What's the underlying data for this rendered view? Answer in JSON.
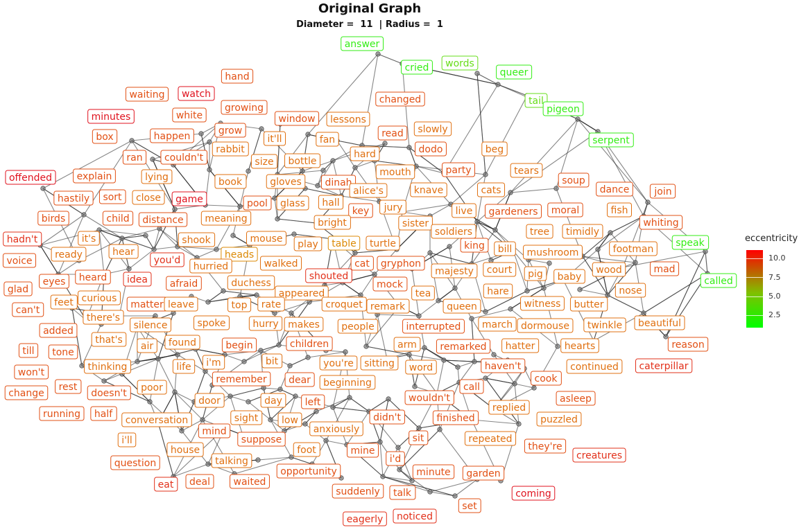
{
  "title": "Original Graph",
  "subtitle": "Diameter =  11  | Radius =  1",
  "legend": {
    "title": "eccentricity",
    "ticks": [
      "10.0",
      "7.5",
      "5.0",
      "2.5"
    ]
  },
  "colors": {
    "high": "#e0121e",
    "mid": "#d4a20a",
    "low": "#22dd22"
  },
  "nodes": [
    {
      "w": "answer",
      "e": 2
    },
    {
      "w": "cried",
      "e": 2
    },
    {
      "w": "words",
      "e": 3
    },
    {
      "w": "queer",
      "e": 2
    },
    {
      "w": "tail",
      "e": 3
    },
    {
      "w": "pigeon",
      "e": 2
    },
    {
      "w": "serpent",
      "e": 2
    },
    {
      "w": "speak",
      "e": 2
    },
    {
      "w": "called",
      "e": 2
    },
    {
      "w": "hand",
      "e": 9
    },
    {
      "w": "waiting",
      "e": 9
    },
    {
      "w": "watch",
      "e": 11
    },
    {
      "w": "changed",
      "e": 9
    },
    {
      "w": "minutes",
      "e": 11
    },
    {
      "w": "white",
      "e": 9
    },
    {
      "w": "growing",
      "e": 9
    },
    {
      "w": "window",
      "e": 9
    },
    {
      "w": "lessons",
      "e": 8
    },
    {
      "w": "box",
      "e": 9
    },
    {
      "w": "happen",
      "e": 9
    },
    {
      "w": "grow",
      "e": 9
    },
    {
      "w": "it'll",
      "e": 8
    },
    {
      "w": "fan",
      "e": 8
    },
    {
      "w": "read",
      "e": 9
    },
    {
      "w": "slowly",
      "e": 8
    },
    {
      "w": "ran",
      "e": 9
    },
    {
      "w": "couldn't",
      "e": 9
    },
    {
      "w": "rabbit",
      "e": 8
    },
    {
      "w": "hard",
      "e": 8
    },
    {
      "w": "dodo",
      "e": 9
    },
    {
      "w": "beg",
      "e": 8
    },
    {
      "w": "size",
      "e": 8
    },
    {
      "w": "bottle",
      "e": 8
    },
    {
      "w": "offended",
      "e": 11
    },
    {
      "w": "explain",
      "e": 9
    },
    {
      "w": "lying",
      "e": 8
    },
    {
      "w": "party",
      "e": 9
    },
    {
      "w": "tears",
      "e": 8
    },
    {
      "w": "mouth",
      "e": 8
    },
    {
      "w": "soup",
      "e": 9
    },
    {
      "w": "book",
      "e": 8
    },
    {
      "w": "gloves",
      "e": 8
    },
    {
      "w": "dinah",
      "e": 9
    },
    {
      "w": "hastily",
      "e": 9
    },
    {
      "w": "sort",
      "e": 9
    },
    {
      "w": "close",
      "e": 8
    },
    {
      "w": "game",
      "e": 11
    },
    {
      "w": "alice's",
      "e": 8
    },
    {
      "w": "knave",
      "e": 8
    },
    {
      "w": "cats",
      "e": 8
    },
    {
      "w": "dance",
      "e": 9
    },
    {
      "w": "join",
      "e": 9
    },
    {
      "w": "hall",
      "e": 8
    },
    {
      "w": "pool",
      "e": 9
    },
    {
      "w": "glass",
      "e": 8
    },
    {
      "w": "birds",
      "e": 9
    },
    {
      "w": "child",
      "e": 9
    },
    {
      "w": "distance",
      "e": 9
    },
    {
      "w": "meaning",
      "e": 8
    },
    {
      "w": "key",
      "e": 9
    },
    {
      "w": "jury",
      "e": 8
    },
    {
      "w": "live",
      "e": 8
    },
    {
      "w": "gardeners",
      "e": 9
    },
    {
      "w": "moral",
      "e": 9
    },
    {
      "w": "fish",
      "e": 8
    },
    {
      "w": "bright",
      "e": 8
    },
    {
      "w": "sister",
      "e": 8
    },
    {
      "w": "whiting",
      "e": 9
    },
    {
      "w": "hadn't",
      "e": 10
    },
    {
      "w": "it's",
      "e": 8
    },
    {
      "w": "soldiers",
      "e": 8
    },
    {
      "w": "tree",
      "e": 8
    },
    {
      "w": "timidly",
      "e": 8
    },
    {
      "w": "shook",
      "e": 8
    },
    {
      "w": "mouse",
      "e": 8
    },
    {
      "w": "play",
      "e": 8
    },
    {
      "w": "table",
      "e": 7
    },
    {
      "w": "turtle",
      "e": 8
    },
    {
      "w": "king",
      "e": 9
    },
    {
      "w": "voice",
      "e": 9
    },
    {
      "w": "ready",
      "e": 8
    },
    {
      "w": "hear",
      "e": 8
    },
    {
      "w": "heads",
      "e": 7
    },
    {
      "w": "bill",
      "e": 8
    },
    {
      "w": "mushroom",
      "e": 8
    },
    {
      "w": "footman",
      "e": 8
    },
    {
      "w": "you'd",
      "e": 10
    },
    {
      "w": "hurried",
      "e": 8
    },
    {
      "w": "walked",
      "e": 8
    },
    {
      "w": "cat",
      "e": 9
    },
    {
      "w": "gryphon",
      "e": 9
    },
    {
      "w": "court",
      "e": 8
    },
    {
      "w": "wood",
      "e": 8
    },
    {
      "w": "mad",
      "e": 9
    },
    {
      "w": "heard",
      "e": 9
    },
    {
      "w": "idea",
      "e": 10
    },
    {
      "w": "afraid",
      "e": 9
    },
    {
      "w": "shouted",
      "e": 10
    },
    {
      "w": "majesty",
      "e": 8
    },
    {
      "w": "pig",
      "e": 8
    },
    {
      "w": "baby",
      "e": 8
    },
    {
      "w": "glad",
      "e": 9
    },
    {
      "w": "eyes",
      "e": 9
    },
    {
      "w": "duchess",
      "e": 8
    },
    {
      "w": "mock",
      "e": 9
    },
    {
      "w": "nose",
      "e": 8
    },
    {
      "w": "curious",
      "e": 8
    },
    {
      "w": "appeared",
      "e": 8
    },
    {
      "w": "tea",
      "e": 8
    },
    {
      "w": "hare",
      "e": 8
    },
    {
      "w": "feet",
      "e": 8
    },
    {
      "w": "can't",
      "e": 9
    },
    {
      "w": "matter",
      "e": 9
    },
    {
      "w": "leave",
      "e": 8
    },
    {
      "w": "top",
      "e": 8
    },
    {
      "w": "rate",
      "e": 8
    },
    {
      "w": "croquet",
      "e": 8
    },
    {
      "w": "remark",
      "e": 8
    },
    {
      "w": "queen",
      "e": 8
    },
    {
      "w": "witness",
      "e": 8
    },
    {
      "w": "butter",
      "e": 8
    },
    {
      "w": "there's",
      "e": 8
    },
    {
      "w": "silence",
      "e": 8
    },
    {
      "w": "spoke",
      "e": 8
    },
    {
      "w": "hurry",
      "e": 8
    },
    {
      "w": "makes",
      "e": 8
    },
    {
      "w": "people",
      "e": 8
    },
    {
      "w": "interrupted",
      "e": 9
    },
    {
      "w": "march",
      "e": 8
    },
    {
      "w": "dormouse",
      "e": 8
    },
    {
      "w": "twinkle",
      "e": 8
    },
    {
      "w": "beautiful",
      "e": 8
    },
    {
      "w": "added",
      "e": 9
    },
    {
      "w": "that's",
      "e": 8
    },
    {
      "w": "air",
      "e": 8
    },
    {
      "w": "found",
      "e": 8
    },
    {
      "w": "begin",
      "e": 9
    },
    {
      "w": "children",
      "e": 9
    },
    {
      "w": "arm",
      "e": 8
    },
    {
      "w": "remarked",
      "e": 9
    },
    {
      "w": "hatter",
      "e": 8
    },
    {
      "w": "hearts",
      "e": 8
    },
    {
      "w": "reason",
      "e": 9
    },
    {
      "w": "till",
      "e": 9
    },
    {
      "w": "tone",
      "e": 9
    },
    {
      "w": "thinking",
      "e": 8
    },
    {
      "w": "life",
      "e": 8
    },
    {
      "w": "i'm",
      "e": 8
    },
    {
      "w": "bit",
      "e": 8
    },
    {
      "w": "you're",
      "e": 8
    },
    {
      "w": "sitting",
      "e": 8
    },
    {
      "w": "word",
      "e": 8
    },
    {
      "w": "haven't",
      "e": 9
    },
    {
      "w": "continued",
      "e": 8
    },
    {
      "w": "caterpillar",
      "e": 10
    },
    {
      "w": "won't",
      "e": 9
    },
    {
      "w": "rest",
      "e": 9
    },
    {
      "w": "poor",
      "e": 8
    },
    {
      "w": "remember",
      "e": 9
    },
    {
      "w": "dear",
      "e": 9
    },
    {
      "w": "beginning",
      "e": 8
    },
    {
      "w": "call",
      "e": 9
    },
    {
      "w": "cook",
      "e": 9
    },
    {
      "w": "change",
      "e": 9
    },
    {
      "w": "doesn't",
      "e": 9
    },
    {
      "w": "door",
      "e": 8
    },
    {
      "w": "day",
      "e": 8
    },
    {
      "w": "left",
      "e": 9
    },
    {
      "w": "wouldn't",
      "e": 9
    },
    {
      "w": "asleep",
      "e": 9
    },
    {
      "w": "running",
      "e": 9
    },
    {
      "w": "half",
      "e": 9
    },
    {
      "w": "conversation",
      "e": 8
    },
    {
      "w": "sight",
      "e": 8
    },
    {
      "w": "low",
      "e": 8
    },
    {
      "w": "didn't",
      "e": 9
    },
    {
      "w": "finished",
      "e": 9
    },
    {
      "w": "replied",
      "e": 8
    },
    {
      "w": "puzzled",
      "e": 8
    },
    {
      "w": "mind",
      "e": 9
    },
    {
      "w": "anxiously",
      "e": 8
    },
    {
      "w": "repeated",
      "e": 8
    },
    {
      "w": "i'll",
      "e": 8
    },
    {
      "w": "suppose",
      "e": 9
    },
    {
      "w": "sit",
      "e": 9
    },
    {
      "w": "they're",
      "e": 9
    },
    {
      "w": "creatures",
      "e": 10
    },
    {
      "w": "house",
      "e": 8
    },
    {
      "w": "talking",
      "e": 8
    },
    {
      "w": "foot",
      "e": 8
    },
    {
      "w": "mine",
      "e": 9
    },
    {
      "w": "i'd",
      "e": 9
    },
    {
      "w": "question",
      "e": 9
    },
    {
      "w": "opportunity",
      "e": 9
    },
    {
      "w": "minute",
      "e": 9
    },
    {
      "w": "garden",
      "e": 9
    },
    {
      "w": "eat",
      "e": 10
    },
    {
      "w": "deal",
      "e": 9
    },
    {
      "w": "waited",
      "e": 9
    },
    {
      "w": "coming",
      "e": 11
    },
    {
      "w": "suddenly",
      "e": 9
    },
    {
      "w": "talk",
      "e": 9
    },
    {
      "w": "set",
      "e": 9
    },
    {
      "w": "eagerly",
      "e": 10
    },
    {
      "w": "noticed",
      "e": 10
    }
  ]
}
